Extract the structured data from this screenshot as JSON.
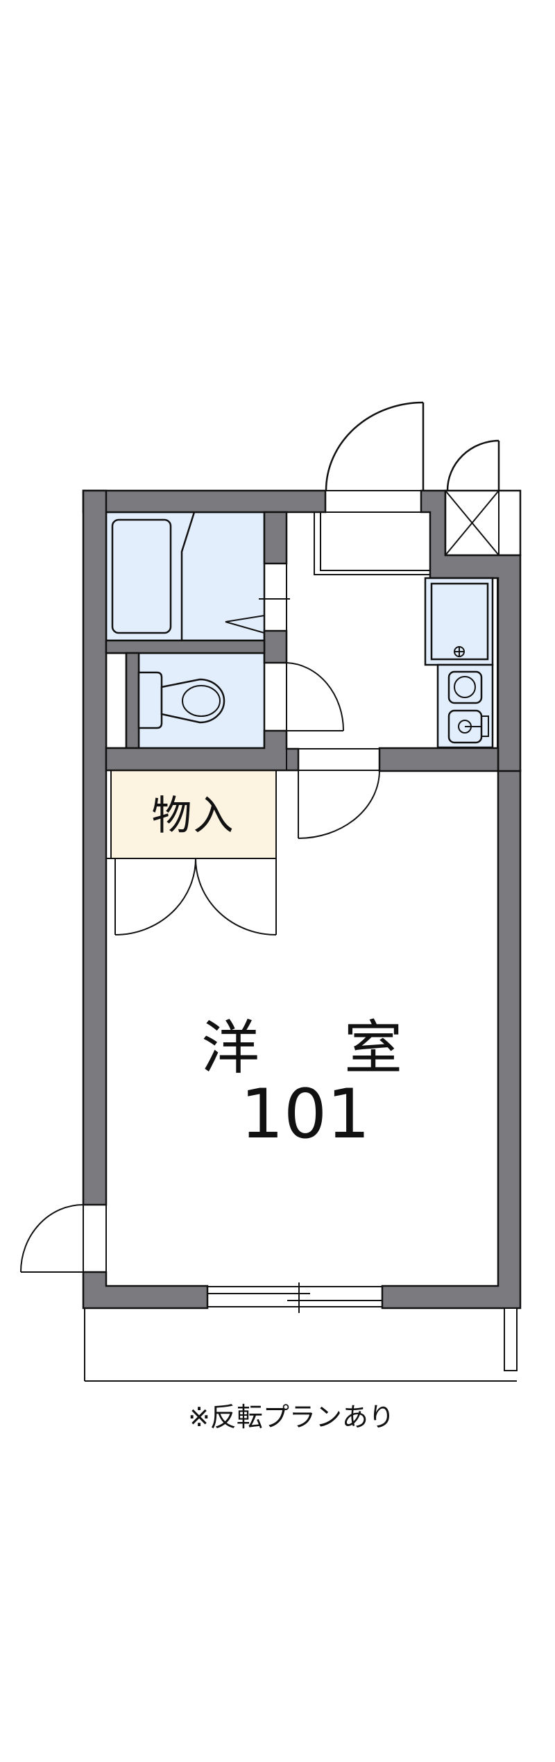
{
  "floorplan": {
    "rooms": {
      "closet": {
        "label": "物入"
      },
      "western_room": {
        "name_chars": [
          "洋",
          "室"
        ],
        "name": "洋室",
        "number": "101"
      }
    },
    "fixtures": [
      "bathtub",
      "toilet",
      "kitchen-sink",
      "stove-burner",
      "stove-burner"
    ],
    "caption": "※反転プランあり",
    "colors": {
      "wall": "#7b7a7f",
      "wet_area": "#e3eefc",
      "closet": "#fdf3e1",
      "line": "#111111",
      "background": "#ffffff"
    }
  }
}
